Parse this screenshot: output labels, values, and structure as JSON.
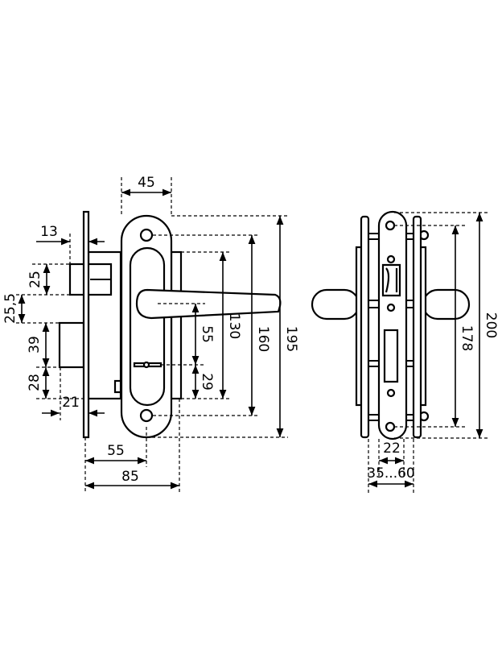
{
  "front_view": {
    "dims": {
      "escutcheon_width": "45",
      "faceplate_offset": "13",
      "latch_height": "25",
      "latch_to_bolt": "25,5",
      "bolt_height": "39",
      "bolt_to_bottom": "28",
      "bolt_offset": "21",
      "backset": "55",
      "total_depth": "85",
      "handle_to_key": "55",
      "key_to_body": "29",
      "body_height": "130",
      "hole_spacing": "160",
      "escutcheon_height": "195"
    }
  },
  "side_view": {
    "dims": {
      "plate_height": "200",
      "hole_spacing": "178",
      "faceplate_width": "22",
      "door_thickness": "35...60"
    }
  }
}
